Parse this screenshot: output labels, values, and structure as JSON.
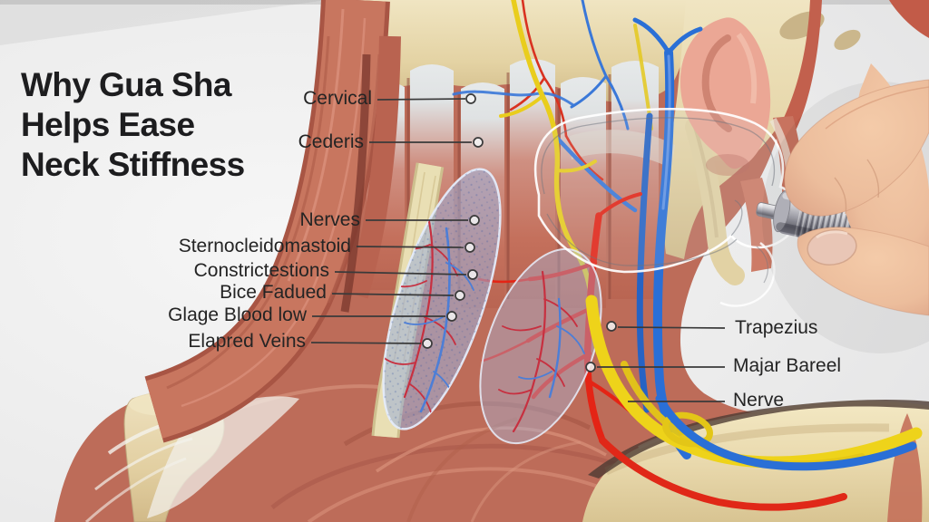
{
  "title": {
    "line1": "Why Gua Sha",
    "line2": "Helps Ease",
    "line3": "Neck Stiffness"
  },
  "labels_left": [
    {
      "text": "Cervical"
    },
    {
      "text": "Cederis"
    },
    {
      "text": "Nerves"
    },
    {
      "text": "Sternocleidomastoid"
    },
    {
      "text": "Constrictestions"
    },
    {
      "text": "Bice Fadued"
    },
    {
      "text": "Glage Blood low"
    },
    {
      "text": "Elapred Veins"
    }
  ],
  "labels_right": [
    {
      "text": "Trapezius"
    },
    {
      "text": "Majar Bareel"
    },
    {
      "text": "Nerve"
    }
  ],
  "colors": {
    "background": "#eaeaea",
    "title_text": "#1d1d1f",
    "label_text": "#242424",
    "leader_line": "#3a3a3a",
    "muscle": "#c97a66",
    "muscle_shadow": "#9c4c3c",
    "bone": "#e7d8ae",
    "tendon_cream": "#e9dfb4",
    "artery_red": "#e02818",
    "vein_blue": "#2a6fd6",
    "nerve_yellow": "#ecd11c",
    "highlight_area_blue": "rgba(160,178,218,0.55)",
    "skin": "#eec2a2",
    "metal": "#c9c9cf"
  }
}
